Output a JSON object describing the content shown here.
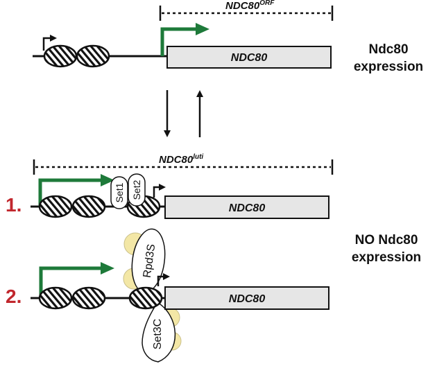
{
  "top": {
    "orf_label": "NDC80",
    "orf_superscript": "ORF",
    "gene_label": "NDC80",
    "expression_line1": "Ndc80",
    "expression_line2": "expression"
  },
  "bottom": {
    "luti_label": "NDC80",
    "luti_superscript": "luti",
    "state1_number": "1.",
    "state2_number": "2.",
    "gene_label_1": "NDC80",
    "gene_label_2": "NDC80",
    "set1_label": "Set1",
    "set2_label": "Set2",
    "rpd3s_label": "Rpd3S",
    "set3c_label": "Set3C",
    "no_expression_line1": "NO Ndc80",
    "no_expression_line2": "expression"
  },
  "colors": {
    "transcript_arrow": "#1e7a3a",
    "state_number": "#c1272d",
    "gene_box_fill": "#e6e6e6",
    "complex_accent": "#f3e7a6"
  }
}
